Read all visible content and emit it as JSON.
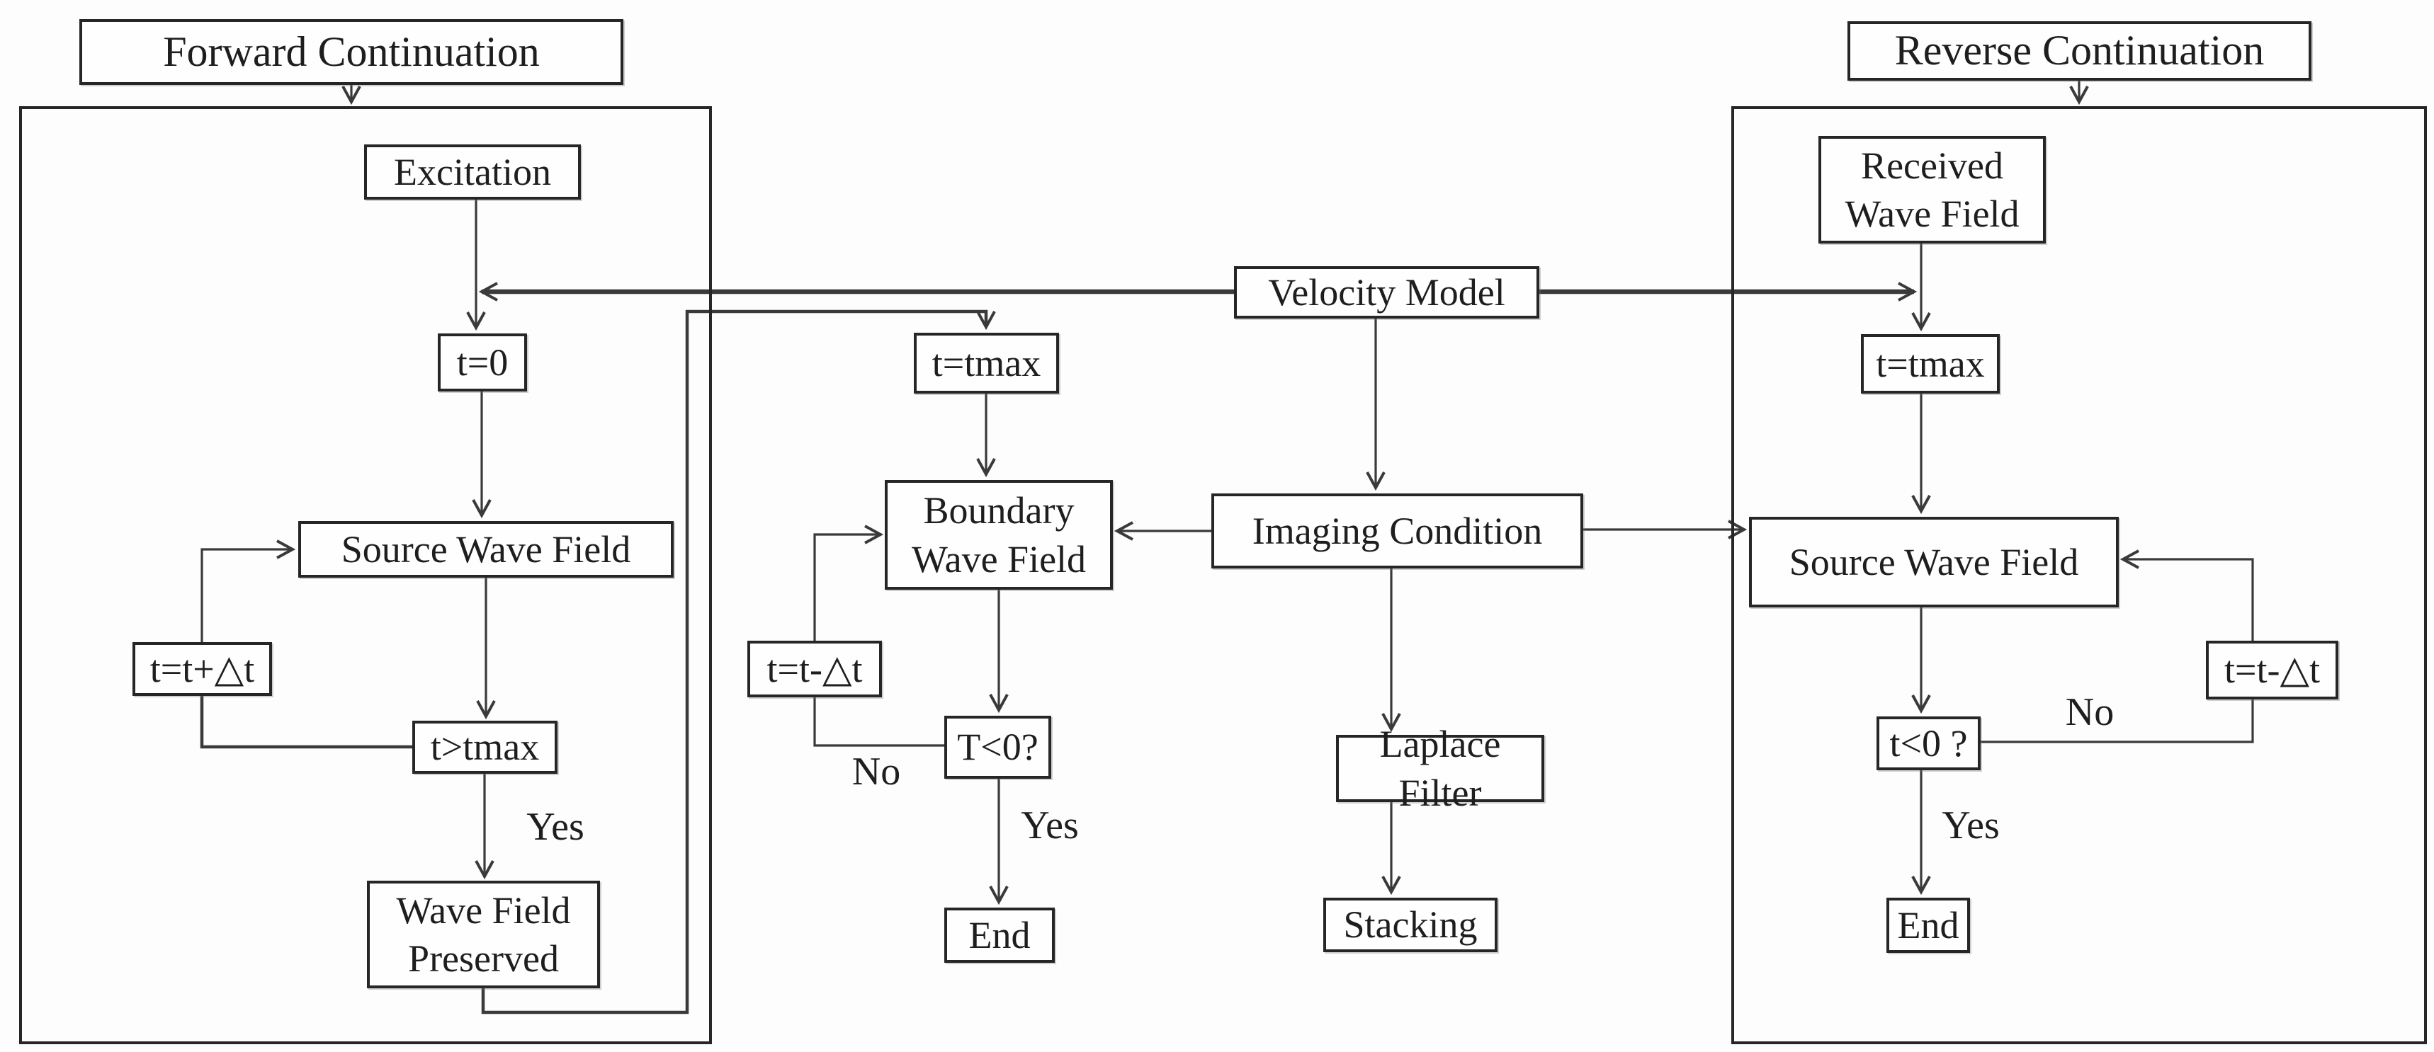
{
  "page": {
    "background": "#fdfdfd",
    "ink": "#1e1e1e",
    "line_color": "#3a3a3a",
    "border_color": "#262626"
  },
  "diagram": {
    "left": {
      "title": "Forward Continuation",
      "nodes": {
        "excitation": "Excitation",
        "t_zero": "t=0",
        "source_wave_field": "Source Wave Field",
        "t_increment": "t=t+△t",
        "t_gt_tmax": "t>tmax",
        "wave_field_preserved": "Wave Field\nPreserved"
      },
      "labels": {
        "yes": "Yes"
      }
    },
    "middle": {
      "nodes": {
        "velocity_model": "Velocity Model",
        "t_tmax": "t=tmax",
        "boundary_wave_field": "Boundary\nWave Field",
        "t_decrement": "t=t-△t",
        "t_lt_zero": "T<0?",
        "end": "End",
        "imaging_condition": "Imaging Condition",
        "laplace_filter": "Laplace Filter",
        "stacking": "Stacking"
      },
      "labels": {
        "no": "No",
        "yes": "Yes"
      }
    },
    "right": {
      "title": "Reverse Continuation",
      "nodes": {
        "received_wave_field": "Received\nWave Field",
        "t_tmax": "t=tmax",
        "source_wave_field": "Source Wave Field",
        "t_decrement": "t=t-△t",
        "t_lt_zero": "t<0 ?",
        "end": "End"
      },
      "labels": {
        "no": "No",
        "yes": "Yes"
      }
    }
  }
}
